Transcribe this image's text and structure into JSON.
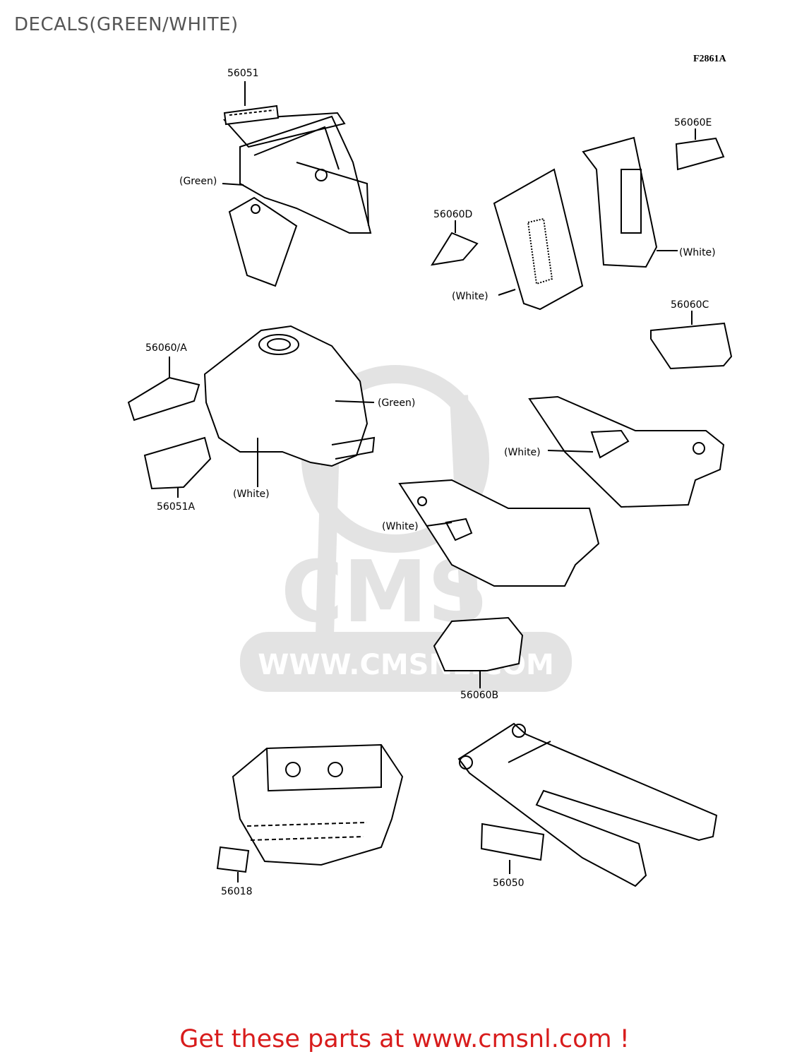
{
  "header": {
    "title": "DECALS(GREEN/WHITE)",
    "figure_code": "F2861A"
  },
  "watermark": {
    "brand": "CMS",
    "url": "WWW.CMSNL.COM"
  },
  "parts": {
    "p56051": "56051",
    "p56060E": "56060E",
    "p56060D": "56060D",
    "p56060C": "56060C",
    "p56060A": "56060/A",
    "p56051A": "56051A",
    "p56060B": "56060B",
    "p56018": "56018",
    "p56050": "56050"
  },
  "colors": {
    "green1": "(Green)",
    "green2": "(Green)",
    "white1": "(White)",
    "white2": "(White)",
    "white3": "(White)",
    "white4": "(White)",
    "white5": "(White)"
  },
  "footer": {
    "text": "Get these parts at www.cmsnl.com !"
  },
  "palette": {
    "footer_color": "#d81c1c",
    "watermark_color": "#e3e3e3",
    "line_color": "#000000"
  }
}
